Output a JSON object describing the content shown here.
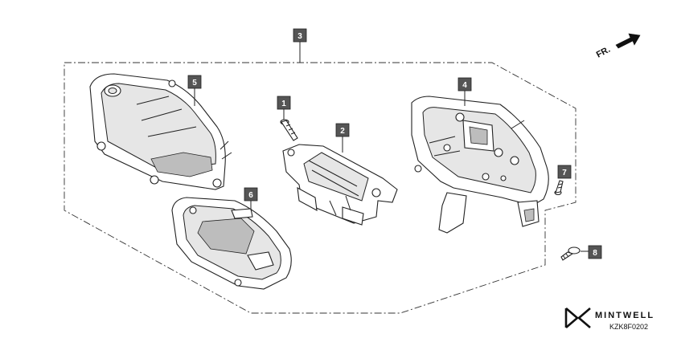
{
  "direction": {
    "label": "FR."
  },
  "callouts": [
    {
      "id": "1",
      "label": "1"
    },
    {
      "id": "2",
      "label": "2"
    },
    {
      "id": "3",
      "label": "3"
    },
    {
      "id": "4",
      "label": "4"
    },
    {
      "id": "5",
      "label": "5"
    },
    {
      "id": "6",
      "label": "6"
    },
    {
      "id": "7",
      "label": "7"
    },
    {
      "id": "8",
      "label": "8"
    }
  ],
  "brand": {
    "name": "MINTWELL",
    "part_code": "KZK8F0202"
  },
  "colors": {
    "line": "#222222",
    "callout_box": "#555555",
    "background": "#ffffff"
  }
}
